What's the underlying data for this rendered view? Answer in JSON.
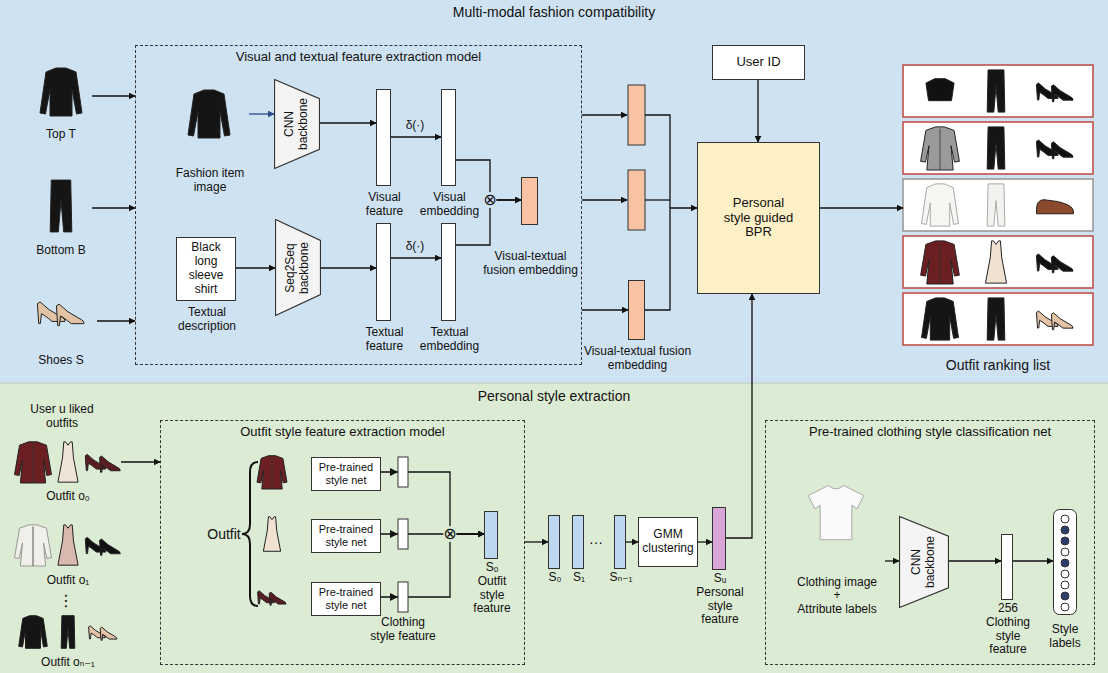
{
  "diagram": {
    "nodes": [
      {
        "text": [
          "Multi-modal fashion compatibility"
        ]
      },
      {
        "text": [
          "Visual and textual feature extraction model"
        ],
        "in": 0
      },
      {
        "text": [
          "Top T"
        ],
        "in": 0
      },
      {
        "text": [
          "Bottom B"
        ],
        "in": 0
      },
      {
        "text": [
          "Shoes S"
        ],
        "in": 0
      },
      {
        "text": [
          "Fashion item image"
        ],
        "in": 1
      },
      {
        "text": [
          "CNN backbone"
        ],
        "in": 1
      },
      {
        "text": [
          "Visual feature"
        ],
        "in": 1
      },
      {
        "text": [
          "Visual embedding"
        ],
        "in": 1
      },
      {
        "text": [
          "Black long sleeve shirt",
          "Textual description"
        ],
        "in": 1
      },
      {
        "text": [
          "Seq2Seq backbone"
        ],
        "in": 1
      },
      {
        "text": [
          "Textual feature"
        ],
        "in": 1
      },
      {
        "text": [
          "Textual embedding"
        ],
        "in": 1
      },
      {
        "text": [
          "Visual-textual fusion embedding"
        ],
        "in": 1
      },
      {
        "text": [
          "Visual-textual fusion embedding"
        ],
        "in": 0
      },
      {
        "text": [
          "User ID"
        ],
        "in": 0
      },
      {
        "text": [
          "Personal style guided BPR"
        ],
        "in": 0
      },
      {
        "text": [
          "Outfit ranking list"
        ],
        "in": 0
      },
      {
        "text": [
          "Personal style extraction"
        ]
      },
      {
        "text": [
          "Outfit o₀"
        ],
        "in": 18
      },
      {
        "text": [
          "Outfit o₁"
        ],
        "in": 18
      },
      {
        "text": [
          "Outfit oₙ₋₁"
        ],
        "in": 18
      },
      {
        "text": [
          "Outfit style feature extraction model"
        ],
        "in": 18
      },
      {
        "text": [
          "Pre-trained style net"
        ],
        "in": 22
      },
      {
        "text": [
          "Pre-trained style net"
        ],
        "in": 22
      },
      {
        "text": [
          "Pre-trained style net"
        ],
        "in": 22
      },
      {
        "text": [
          "Sₒ",
          "Outfit style feature"
        ],
        "in": 22
      },
      {
        "text": [
          "S₀"
        ],
        "in": 18
      },
      {
        "text": [
          "S₁"
        ],
        "in": 18
      },
      {
        "text": [
          "Sₙ₋₁"
        ],
        "in": 18
      },
      {
        "text": [
          "GMM clustering"
        ],
        "in": 18
      },
      {
        "text": [
          "Sᵤ",
          "Personal style feature"
        ],
        "in": 18
      },
      {
        "text": [
          "Pre-trained clothing style classification net"
        ],
        "in": 18
      },
      {
        "text": [
          "Clothing image",
          "+",
          "Attribute labels"
        ],
        "in": 32
      },
      {
        "text": [
          "CNN backbone"
        ],
        "in": 32
      },
      {
        "text": [
          "256",
          "Clothing style feature"
        ],
        "in": 32
      },
      {
        "text": [
          "Style labels"
        ],
        "in": 32
      }
    ],
    "edges": [
      {
        "from": 2,
        "to": 1,
        "arrow": "to"
      },
      {
        "from": 3,
        "to": 1,
        "arrow": "to"
      },
      {
        "from": 4,
        "to": 1,
        "arrow": "to"
      },
      {
        "from": 5,
        "to": 6,
        "arrow": "to"
      },
      {
        "from": 6,
        "to": 7,
        "arrow": "to"
      },
      {
        "from": 7,
        "to": 8,
        "label": "δ(·)",
        "arrow": "to"
      },
      {
        "from": 8,
        "to": 13,
        "arrow": "to"
      },
      {
        "from": 9,
        "to": 10,
        "arrow": "to"
      },
      {
        "from": 10,
        "to": 11,
        "arrow": "to"
      },
      {
        "from": 11,
        "to": 12,
        "label": "δ(·)",
        "arrow": "to"
      },
      {
        "from": 12,
        "to": 13,
        "arrow": "to"
      },
      {
        "from": 1,
        "to": 14,
        "arrow": "to"
      },
      {
        "from": 14,
        "to": 16,
        "arrow": "to"
      },
      {
        "from": 15,
        "to": 16,
        "arrow": "to"
      },
      {
        "from": 16,
        "to": 17,
        "arrow": "to"
      },
      {
        "from": 19,
        "to": 22,
        "arrow": "to"
      },
      {
        "from": 23,
        "to": 26,
        "arrow": "to"
      },
      {
        "from": 24,
        "to": 26,
        "arrow": "to"
      },
      {
        "from": 25,
        "to": 26,
        "arrow": "to"
      },
      {
        "from": 22,
        "to": 27,
        "arrow": "to"
      },
      {
        "from": 29,
        "to": 30,
        "arrow": "to"
      },
      {
        "from": 30,
        "to": 31,
        "arrow": "to"
      },
      {
        "from": 31,
        "to": 16,
        "arrow": "to"
      },
      {
        "from": 33,
        "to": 34,
        "arrow": "to"
      },
      {
        "from": 34,
        "to": 35,
        "arrow": "to"
      },
      {
        "from": 35,
        "to": 36,
        "arrow": "to"
      }
    ],
    "labels": [
      "⊗",
      "User u liked outfits",
      "⋮",
      "Outfit",
      "⊗",
      "Clothing style feature",
      "···"
    ]
  }
}
